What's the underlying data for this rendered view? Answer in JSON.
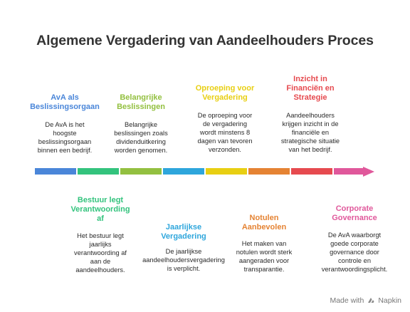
{
  "title": "Algemene Vergadering van Aandeelhouders Proces",
  "footer": {
    "made_with": "Made with",
    "brand": "Napkin"
  },
  "colors": {
    "blue": "#4a86d9",
    "green": "#33c37d",
    "olive": "#93c040",
    "sky": "#2ea6dc",
    "yellow": "#e8cf12",
    "orange": "#e58333",
    "red": "#e64a4f",
    "pink": "#e0589b"
  },
  "steps": [
    {
      "title": "AvA als\nBeslissingsorgaan",
      "desc": "De AvA is het\nhoogste\nbeslissingsorgaan\nbinnen een bedrijf.",
      "color": "#4a86d9",
      "position": "top"
    },
    {
      "title": "Bestuur legt\nVerantwoording\naf",
      "desc": "Het bestuur legt\njaarlijks\nverantwoording af\naan de\naandeelhouders.",
      "color": "#33c37d",
      "position": "bottom"
    },
    {
      "title": "Belangrijke\nBeslissingen",
      "desc": "Belangrijke\nbeslissingen zoals\ndividenduitkering\nworden genomen.",
      "color": "#93c040",
      "position": "top"
    },
    {
      "title": "Jaarlijkse\nVergadering",
      "desc": "De jaarlijkse\naandeelhoudersvergadering\nis verplicht.",
      "color": "#2ea6dc",
      "position": "bottom"
    },
    {
      "title": "Oproeping voor\nVergadering",
      "desc": "De oproeping voor\nde vergadering\nwordt minstens 8\ndagen van tevoren\nverzonden.",
      "color": "#e8cf12",
      "position": "top"
    },
    {
      "title": "Notulen\nAanbevolen",
      "desc": "Het maken van\nnotulen wordt sterk\naangeraden voor\ntransparantie.",
      "color": "#e58333",
      "position": "bottom"
    },
    {
      "title": "Inzicht in\nFinanciën en\nStrategie",
      "desc": "Aandeelhouders\nkrijgen inzicht in de\nfinanciële en\nstrategische situatie\nvan het bedrijf.",
      "color": "#e64a4f",
      "position": "top"
    },
    {
      "title": "Corporate\nGovernance",
      "desc": "De AvA waarborgt\ngoede corporate\ngovernance door\ncontrole en\nverantwoordingsplicht.",
      "color": "#e0589b",
      "position": "bottom"
    }
  ]
}
